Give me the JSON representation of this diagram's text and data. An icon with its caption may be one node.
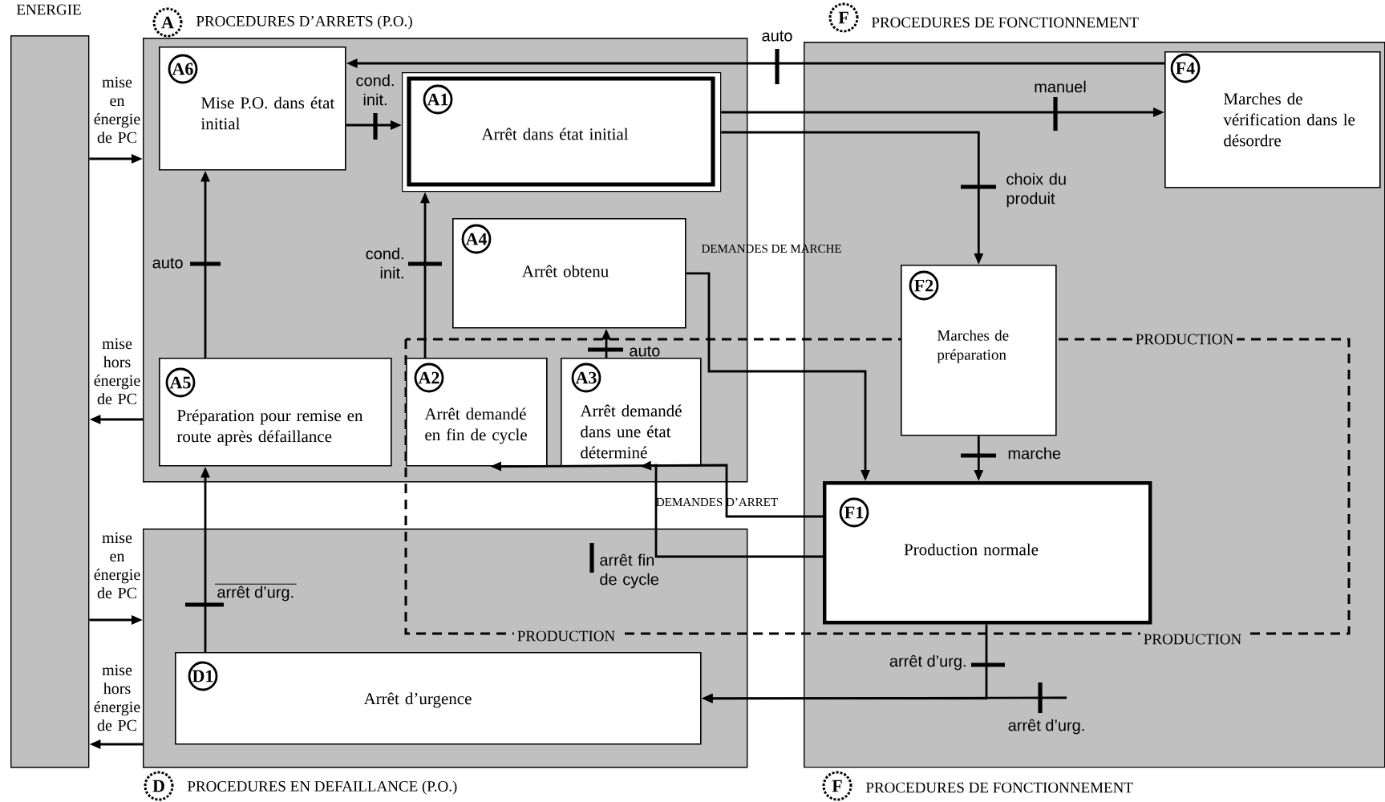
{
  "diagram": {
    "nodes": [
      {
        "text": [
          "ENERGIE"
        ]
      },
      {
        "text": [
          "A",
          "PROCEDURES D’ARRETS (P.O.)"
        ]
      },
      {
        "text": [
          "F",
          "PROCEDURES DE FONCTIONNEMENT",
          "F",
          "PROCEDURES DE FONCTIONNEMENT"
        ]
      },
      {
        "text": [
          "D",
          "PROCEDURES EN DEFAILLANCE (P.O.)"
        ]
      },
      {
        "text": [
          "A6",
          "Mise P.O. dans état initial"
        ],
        "in": 1
      },
      {
        "text": [
          "A1",
          "Arrêt dans état initial"
        ],
        "in": 1
      },
      {
        "text": [
          "A4",
          "Arrêt obtenu"
        ],
        "in": 1
      },
      {
        "text": [
          "A5",
          "Préparation pour remise en route après défaillance"
        ],
        "in": 1
      },
      {
        "text": [
          "A2",
          "Arrêt demandé en fin de cycle"
        ],
        "in": 1
      },
      {
        "text": [
          "A3",
          "Arrêt demandé dans une état déterminé"
        ],
        "in": 1
      },
      {
        "text": [
          "F4",
          "Marches de vérification dans le désordre"
        ],
        "in": 2
      },
      {
        "text": [
          "F2",
          "Marches de préparation"
        ],
        "in": 2
      },
      {
        "text": [
          "F1",
          "Production normale"
        ],
        "in": 2
      },
      {
        "text": [
          "D1",
          "Arrêt d’urgence"
        ],
        "in": 3
      }
    ],
    "edges": [
      {
        "from": 0,
        "to": 1,
        "arrow": "to",
        "label": "mise en énergie de PC"
      },
      {
        "from": 1,
        "to": 0,
        "arrow": "to",
        "label": "mise hors énergie de PC"
      },
      {
        "from": 0,
        "to": 3,
        "arrow": "to",
        "label": "mise en énergie de PC"
      },
      {
        "from": 3,
        "to": 0,
        "arrow": "to",
        "label": "mise hors énergie de PC"
      },
      {
        "from": 4,
        "to": 5,
        "arrow": "to",
        "label": "cond. init."
      },
      {
        "from": 10,
        "to": 4,
        "arrow": "to",
        "label": "auto"
      },
      {
        "from": 5,
        "to": 10,
        "arrow": "to",
        "label": "manuel"
      },
      {
        "from": 5,
        "to": 11,
        "arrow": "to",
        "label": "choix du produit"
      },
      {
        "from": 11,
        "to": 12,
        "arrow": "to",
        "label": "marche"
      },
      {
        "from": 7,
        "to": 4,
        "arrow": "to",
        "label": "auto"
      },
      {
        "from": 8,
        "to": 5,
        "arrow": "to",
        "label": "cond. init."
      },
      {
        "from": 9,
        "to": 6,
        "arrow": "to",
        "label": "auto"
      },
      {
        "from": 13,
        "to": 7,
        "arrow": "to",
        "label": "arrêt d’urg."
      },
      {
        "from": 12,
        "to": 13,
        "arrow": "to",
        "label": "arrêt d’urg."
      },
      {
        "from": null,
        "to": 13,
        "arrow": "to",
        "label": "arrêt d’urg."
      },
      {
        "from": 6,
        "to": 12,
        "arrow": "to"
      },
      {
        "from": 12,
        "to": 8,
        "arrow": "to"
      },
      {
        "from": 12,
        "to": 9,
        "arrow": "to"
      }
    ],
    "labels": [
      "DEMANDES DE MARCHE",
      "PRODUCTION",
      "DEMANDES D’ARRET",
      "arrêt fin de cycle",
      "PRODUCTION",
      "PRODUCTION"
    ]
  }
}
